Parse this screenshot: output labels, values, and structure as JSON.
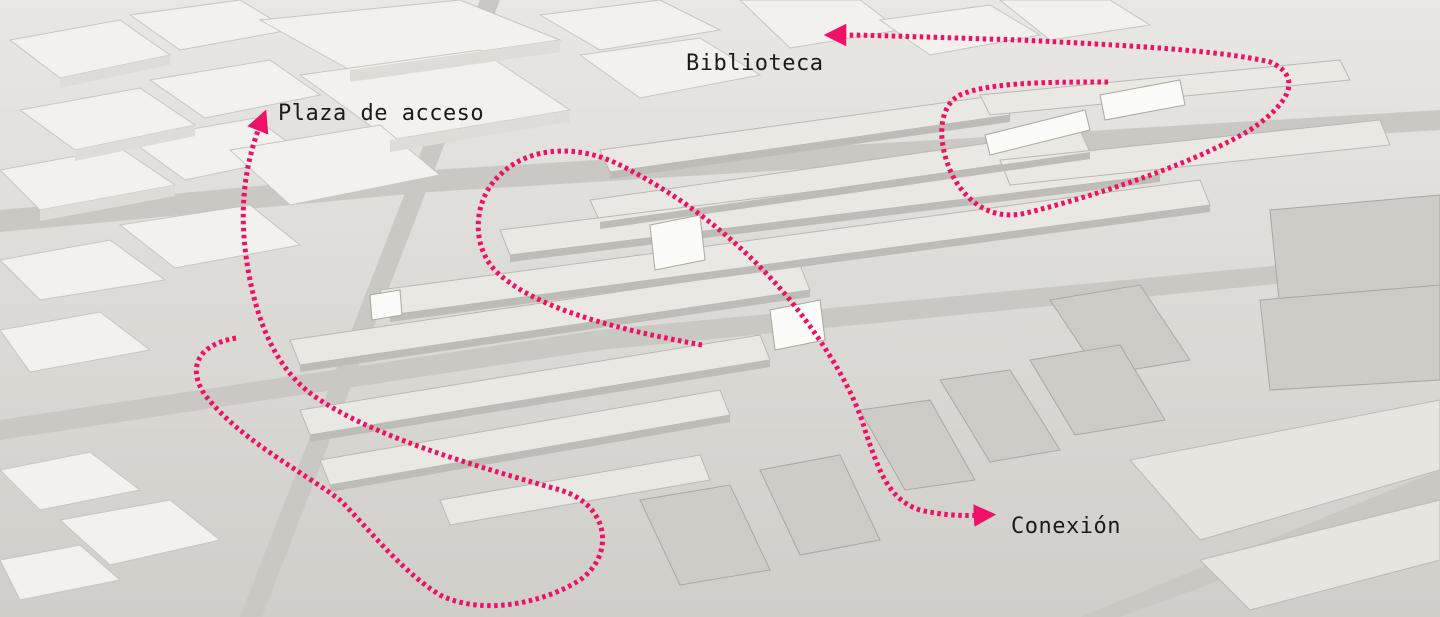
{
  "annotations": {
    "plaza": "Plaza de acceso",
    "biblioteca": "Biblioteca",
    "conexion": "Conexión"
  },
  "colors": {
    "route": "#ee1166",
    "ground": "#d9d8d3",
    "roof": "#f1f0ec",
    "roof_shade": "#c8c7c1",
    "text": "#1a1a1a"
  }
}
